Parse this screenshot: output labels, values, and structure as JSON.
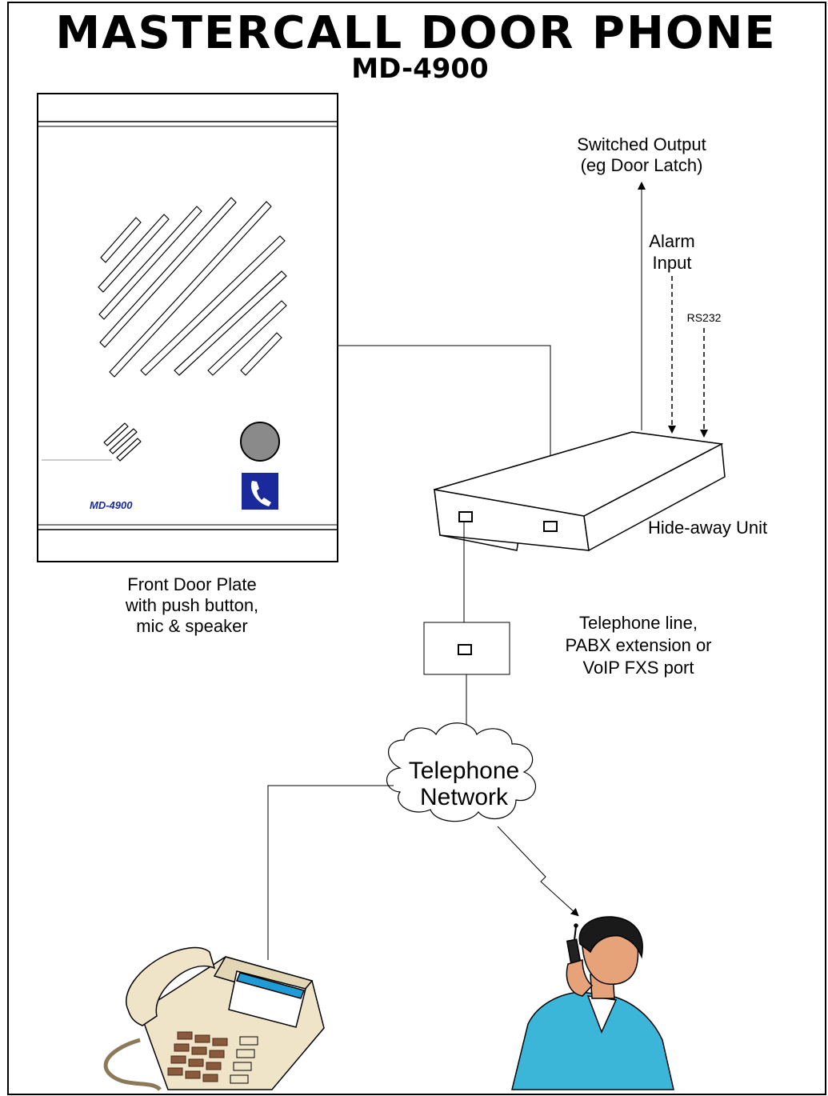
{
  "title": "MASTERCALL DOOR PHONE",
  "subtitle": "MD-4900",
  "door_plate": {
    "model_label": "MD-4900",
    "caption": [
      "Front Door Plate",
      "with push button,",
      "mic & speaker"
    ]
  },
  "hideaway": {
    "caption": "Hide-away Unit"
  },
  "switched_output": [
    "Switched Output",
    "(eg Door Latch)"
  ],
  "alarm_input": [
    "Alarm",
    "Input"
  ],
  "rs232": "RS232",
  "telephone_line": [
    "Telephone line,",
    "PABX extension or",
    "VoIP FXS port"
  ],
  "network": [
    "Telephone",
    "Network"
  ],
  "colors": {
    "plate_blue": "#1a2a9c",
    "button_grey": "#8a8a8a",
    "shirt": "#3bb6d8",
    "phone_body": "#efe4c8"
  }
}
